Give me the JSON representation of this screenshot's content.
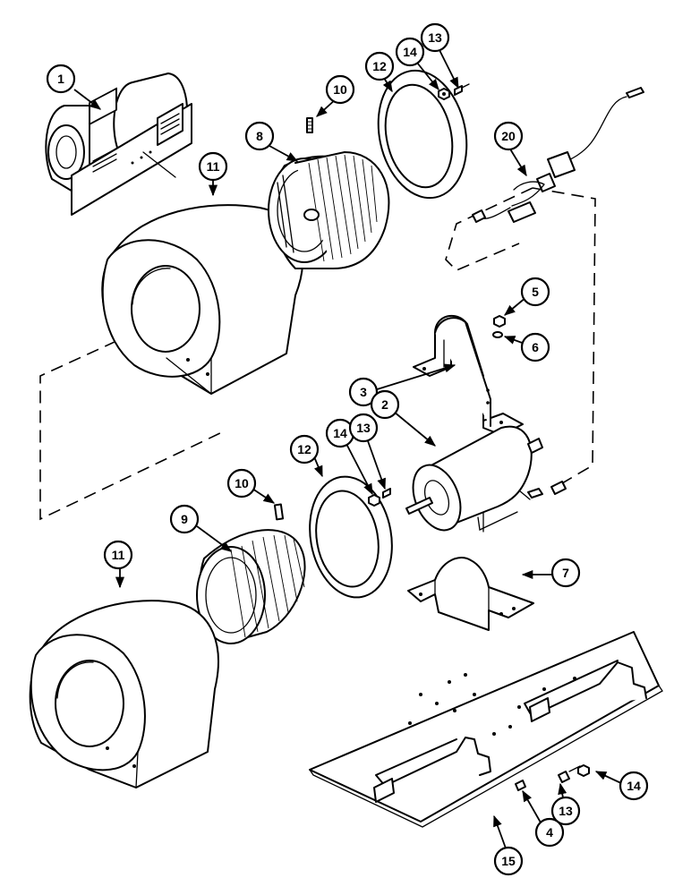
{
  "callouts": [
    {
      "id": "c1",
      "label": "1"
    },
    {
      "id": "c10a",
      "label": "10"
    },
    {
      "id": "c12a",
      "label": "12"
    },
    {
      "id": "c14a",
      "label": "14"
    },
    {
      "id": "c13a",
      "label": "13"
    },
    {
      "id": "c20",
      "label": "20"
    },
    {
      "id": "c8",
      "label": "8"
    },
    {
      "id": "c11a",
      "label": "11"
    },
    {
      "id": "c5",
      "label": "5"
    },
    {
      "id": "c6",
      "label": "6"
    },
    {
      "id": "c3",
      "label": "3"
    },
    {
      "id": "c2",
      "label": "2"
    },
    {
      "id": "c12b",
      "label": "12"
    },
    {
      "id": "c14b",
      "label": "14"
    },
    {
      "id": "c13b",
      "label": "13"
    },
    {
      "id": "c10b",
      "label": "10"
    },
    {
      "id": "c9",
      "label": "9"
    },
    {
      "id": "c11b",
      "label": "11"
    },
    {
      "id": "c7",
      "label": "7"
    },
    {
      "id": "c14c",
      "label": "14"
    },
    {
      "id": "c13c",
      "label": "13"
    },
    {
      "id": "c4",
      "label": "4"
    },
    {
      "id": "c15",
      "label": "15"
    }
  ]
}
